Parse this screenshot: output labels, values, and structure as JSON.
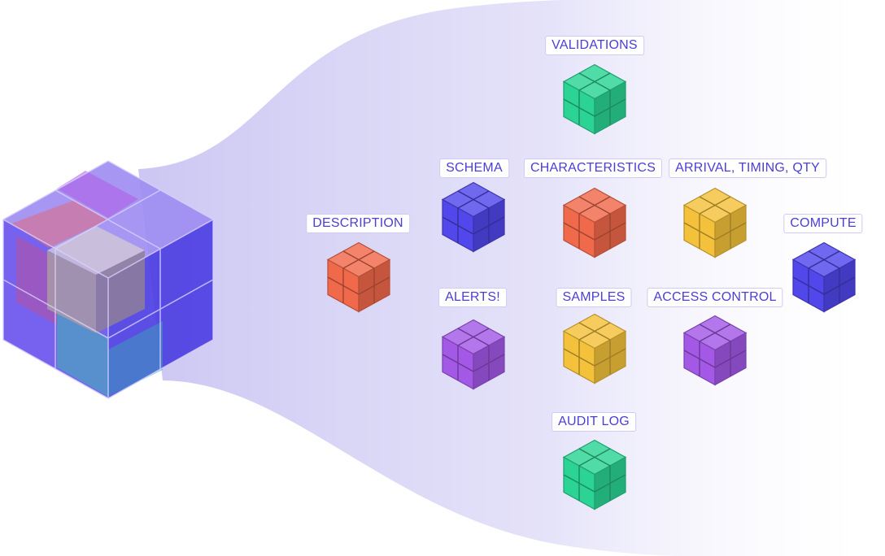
{
  "palette": {
    "funnel": "#cdc9f3",
    "label_text": "#4b3fd6",
    "label_border": "#cfcaf6",
    "green": "#2bd494",
    "red": "#f0694a",
    "blue": "#5147ea",
    "yellow": "#f3c13a",
    "purple": "#a358e6"
  },
  "nodes": [
    {
      "id": "validations",
      "label": "VALIDATIONS",
      "color": "green",
      "icon": "cube-icon"
    },
    {
      "id": "schema",
      "label": "SCHEMA",
      "color": "blue",
      "icon": "cube-icon"
    },
    {
      "id": "characteristics",
      "label": "CHARACTERISTICS",
      "color": "red",
      "icon": "cube-icon"
    },
    {
      "id": "arrival",
      "label": "ARRIVAL, TIMING, QTY",
      "color": "yellow",
      "icon": "cube-icon"
    },
    {
      "id": "description",
      "label": "DESCRIPTION",
      "color": "red",
      "icon": "cube-icon"
    },
    {
      "id": "compute",
      "label": "COMPUTE",
      "color": "blue",
      "icon": "cube-icon"
    },
    {
      "id": "alerts",
      "label": "ALERTS!",
      "color": "purple",
      "icon": "cube-icon"
    },
    {
      "id": "samples",
      "label": "SAMPLES",
      "color": "yellow",
      "icon": "cube-icon"
    },
    {
      "id": "access_control",
      "label": "ACCESS CONTROL",
      "color": "purple",
      "icon": "cube-icon"
    },
    {
      "id": "audit_log",
      "label": "AUDIT LOG",
      "color": "green",
      "icon": "cube-icon"
    }
  ]
}
